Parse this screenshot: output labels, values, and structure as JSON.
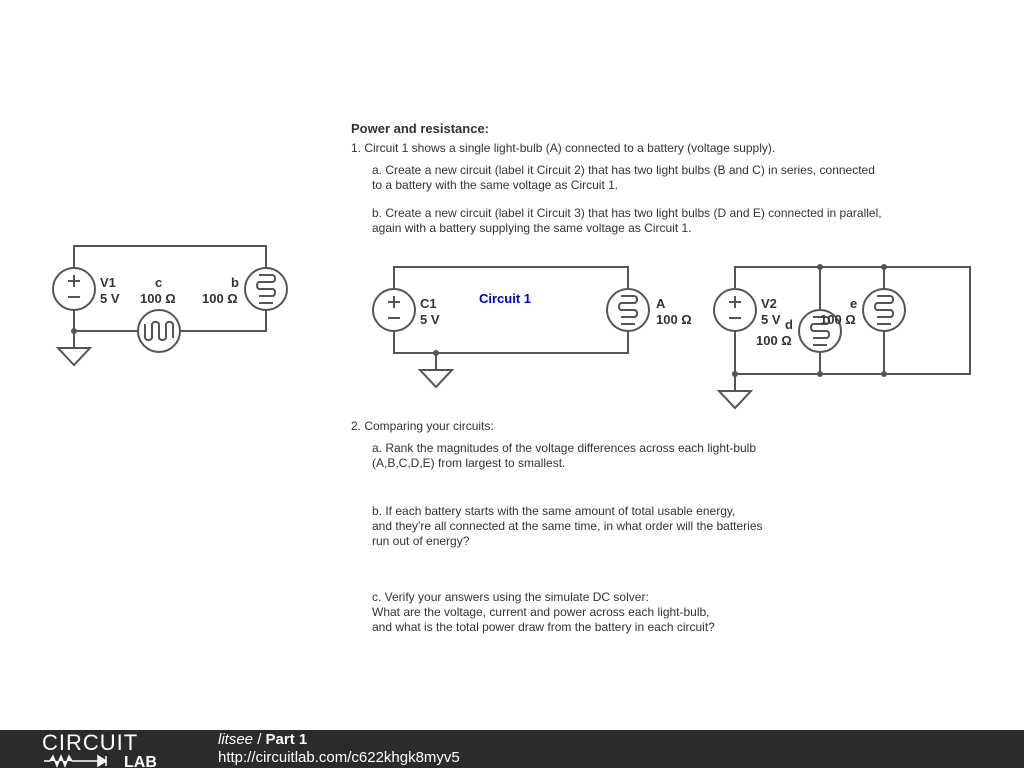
{
  "instructions": {
    "heading": "Power and resistance:",
    "q1": "1. Circuit 1 shows a single light-bulb (A) connected to a battery (voltage supply).",
    "q1a_line1": "a. Create a new circuit (label it Circuit 2) that has two light bulbs (B and C) in series, connected",
    "q1a_line2": "to a battery with the same voltage as Circuit 1.",
    "q1b_line1": "b. Create a new circuit (label it Circuit 3) that has two light bulbs (D and E) connected in parallel,",
    "q1b_line2": "again with a battery supplying the same voltage as Circuit 1.",
    "q2": "2. Comparing your circuits:",
    "q2a_line1": "a. Rank the magnitudes of the voltage differences across each light-bulb",
    "q2a_line2": "(A,B,C,D,E) from largest to smallest.",
    "q2b_line1": "b. If each battery starts with the same amount of total usable energy,",
    "q2b_line2": "and they're all connected at the same time, in what order will the batteries",
    "q2b_line3": "run out of energy?",
    "q2c_line1": "c. Verify your answers using the simulate DC solver:",
    "q2c_line2": "What are the voltage, current and power across each light-bulb,",
    "q2c_line3": "and what is the total power draw from the battery in each circuit?"
  },
  "series_circuit": {
    "source_name": "V1",
    "source_value": "5 V",
    "bulb_c_name": "c",
    "bulb_c_value": "100 Ω",
    "bulb_b_name": "b",
    "bulb_b_value": "100 Ω"
  },
  "circuit1": {
    "title": "Circuit 1",
    "source_name": "C1",
    "source_value": "5 V",
    "bulb_name": "A",
    "bulb_value": "100 Ω"
  },
  "parallel_circuit": {
    "source_name": "V2",
    "source_value": "5 V",
    "bulb_d_name": "d",
    "bulb_d_value": "100 Ω",
    "bulb_e_name": "e",
    "bulb_e_value": "100 Ω"
  },
  "footer": {
    "logo_top": "CIRCUIT",
    "logo_bottom": "LAB",
    "author": "litsee",
    "separator": " / ",
    "title": "Part 1",
    "url": "http://circuitlab.com/c622khgk8myv5"
  },
  "colors": {
    "wire": "#555555",
    "circuit_title": "#0000cc",
    "footer_bg": "#2b2b2b",
    "text": "#333333"
  }
}
